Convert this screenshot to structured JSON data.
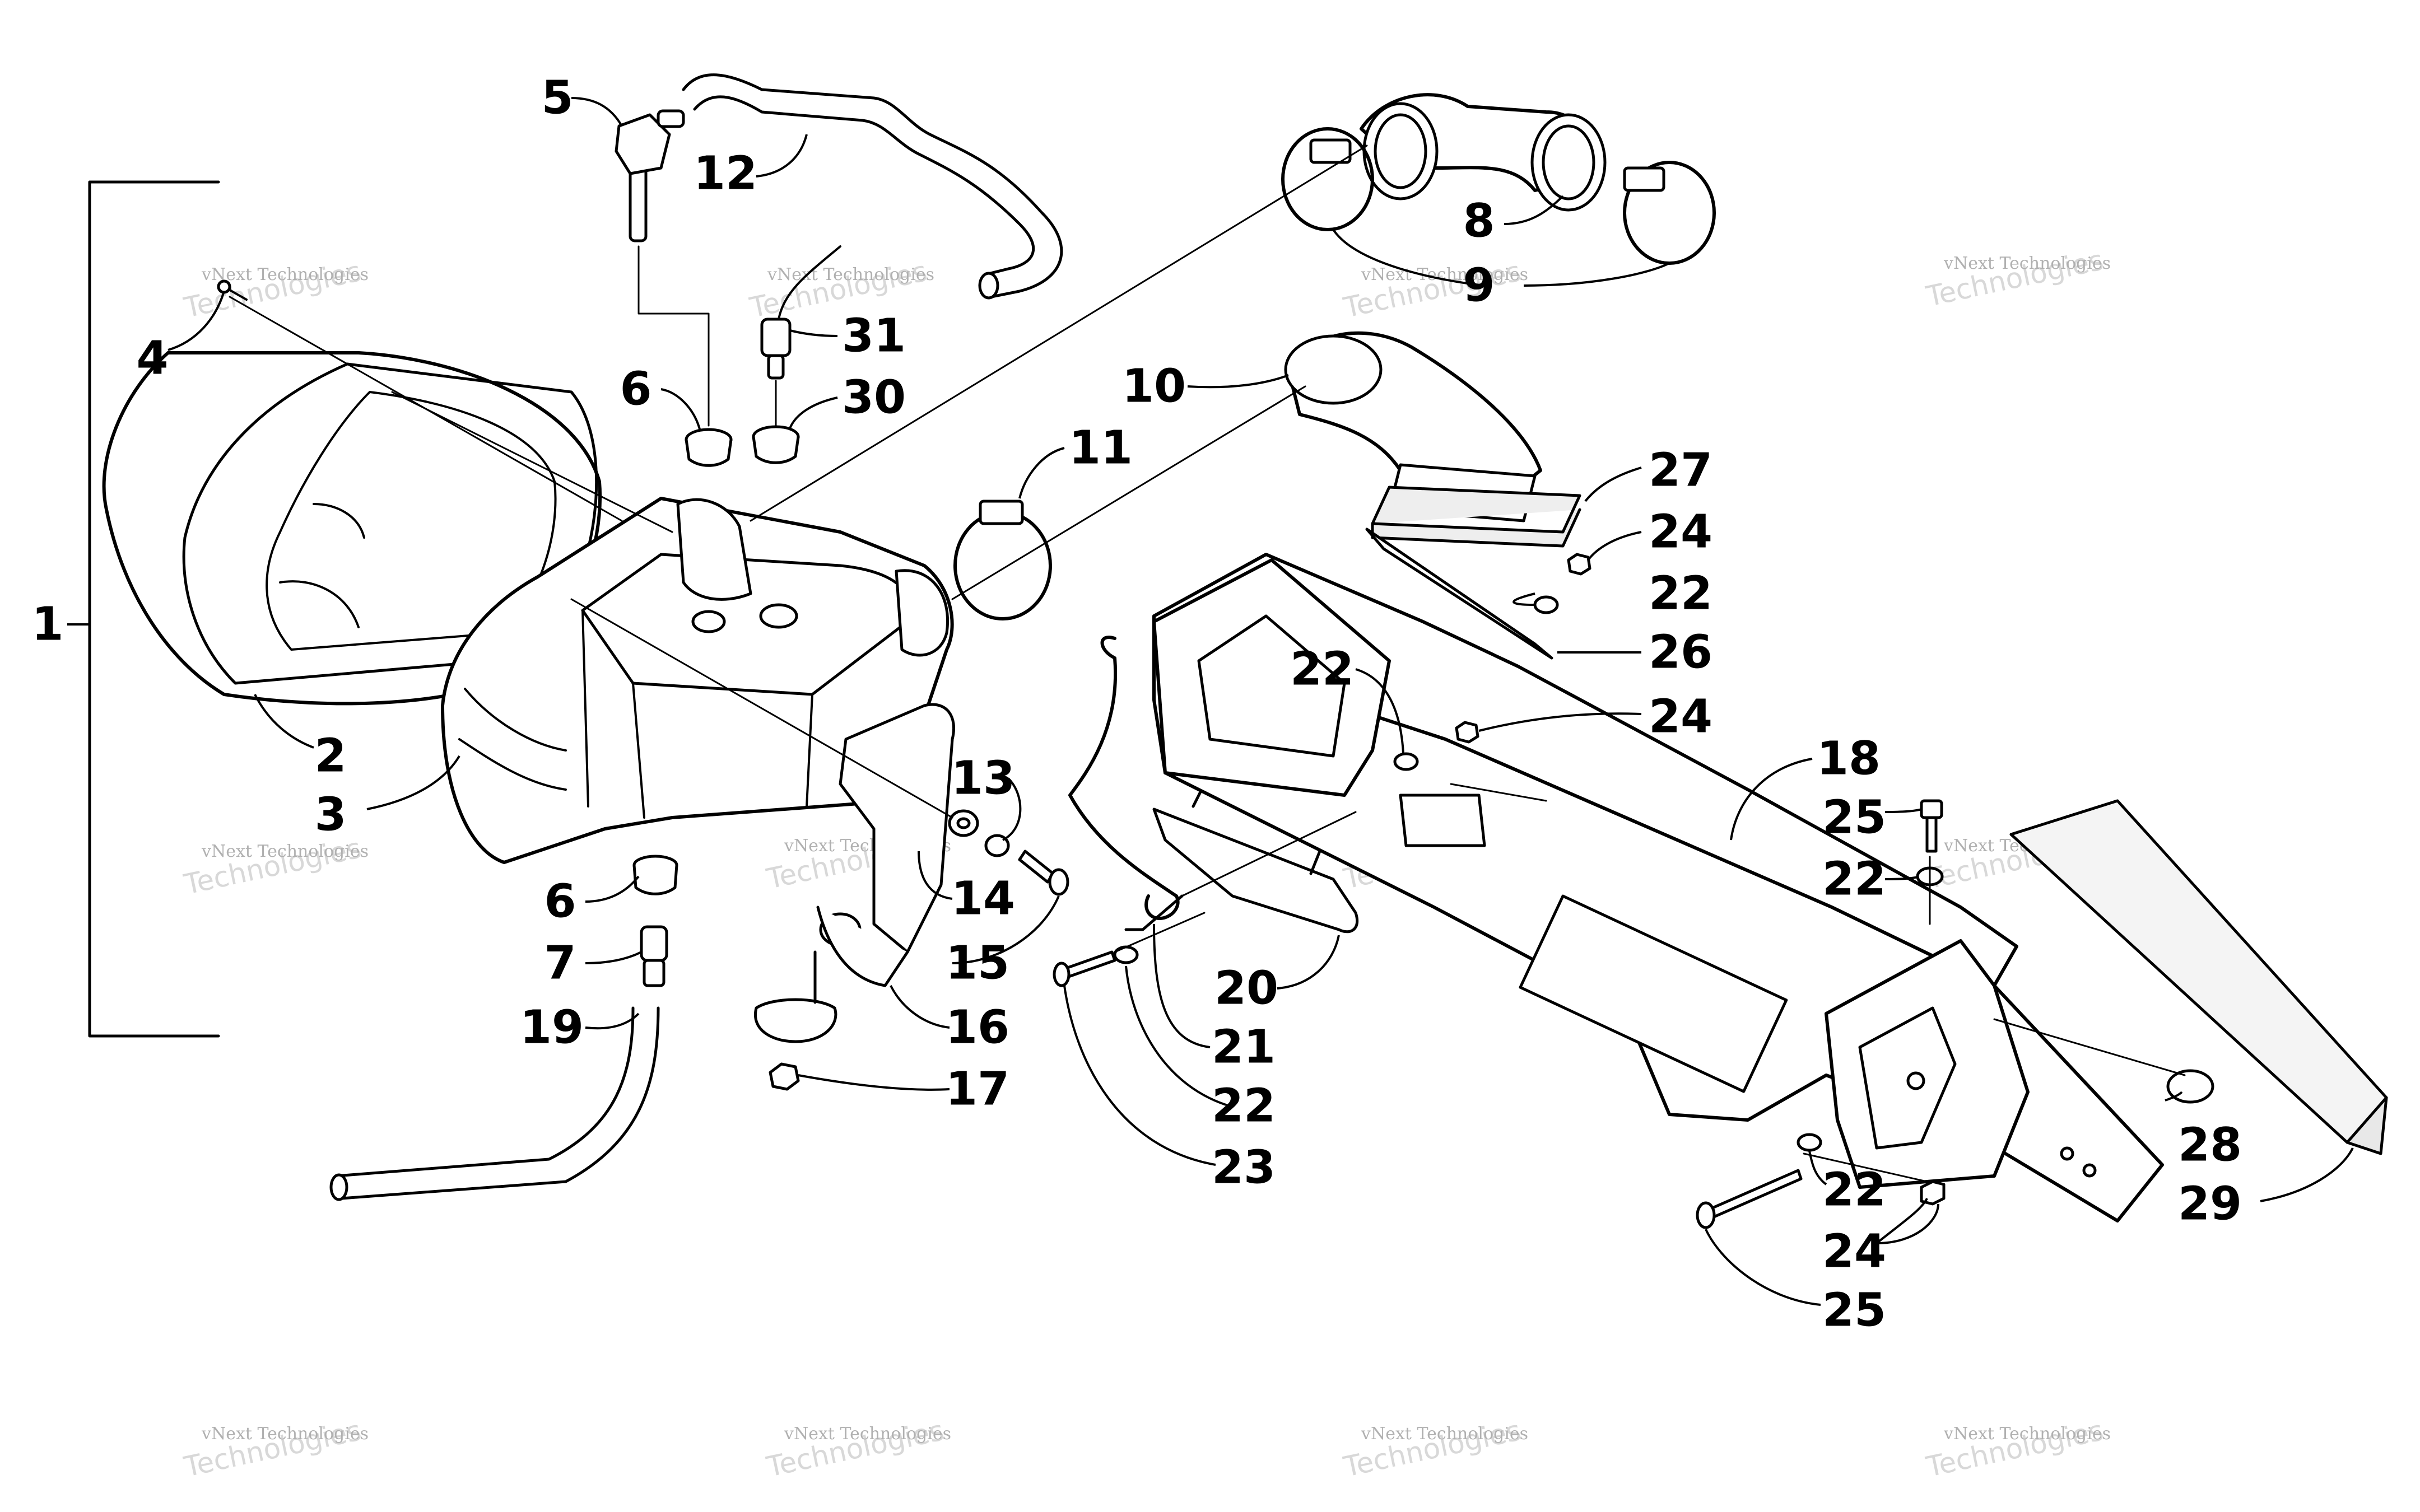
{
  "callouts": [
    {
      "id": "c1",
      "label": "1"
    },
    {
      "id": "c2",
      "label": "2"
    },
    {
      "id": "c3",
      "label": "3"
    },
    {
      "id": "c4",
      "label": "4"
    },
    {
      "id": "c5",
      "label": "5"
    },
    {
      "id": "c6a",
      "label": "6"
    },
    {
      "id": "c6b",
      "label": "6"
    },
    {
      "id": "c7",
      "label": "7"
    },
    {
      "id": "c8",
      "label": "8"
    },
    {
      "id": "c9",
      "label": "9"
    },
    {
      "id": "c10",
      "label": "10"
    },
    {
      "id": "c11",
      "label": "11"
    },
    {
      "id": "c12",
      "label": "12"
    },
    {
      "id": "c13",
      "label": "13"
    },
    {
      "id": "c14",
      "label": "14"
    },
    {
      "id": "c15",
      "label": "15"
    },
    {
      "id": "c16",
      "label": "16"
    },
    {
      "id": "c17",
      "label": "17"
    },
    {
      "id": "c18",
      "label": "18"
    },
    {
      "id": "c19",
      "label": "19"
    },
    {
      "id": "c20",
      "label": "20"
    },
    {
      "id": "c21",
      "label": "21"
    },
    {
      "id": "c22a",
      "label": "22"
    },
    {
      "id": "c22b",
      "label": "22"
    },
    {
      "id": "c22c",
      "label": "22"
    },
    {
      "id": "c22d",
      "label": "22"
    },
    {
      "id": "c22e",
      "label": "22"
    },
    {
      "id": "c23",
      "label": "23"
    },
    {
      "id": "c24a",
      "label": "24"
    },
    {
      "id": "c24b",
      "label": "24"
    },
    {
      "id": "c24c",
      "label": "24"
    },
    {
      "id": "c25a",
      "label": "25"
    },
    {
      "id": "c25b",
      "label": "25"
    },
    {
      "id": "c26",
      "label": "26"
    },
    {
      "id": "c27",
      "label": "27"
    },
    {
      "id": "c28",
      "label": "28"
    },
    {
      "id": "c29",
      "label": "29"
    },
    {
      "id": "c30",
      "label": "30"
    },
    {
      "id": "c31",
      "label": "31"
    }
  ],
  "watermark": {
    "line1": "vNext Technologies",
    "line2": "Technologies"
  }
}
